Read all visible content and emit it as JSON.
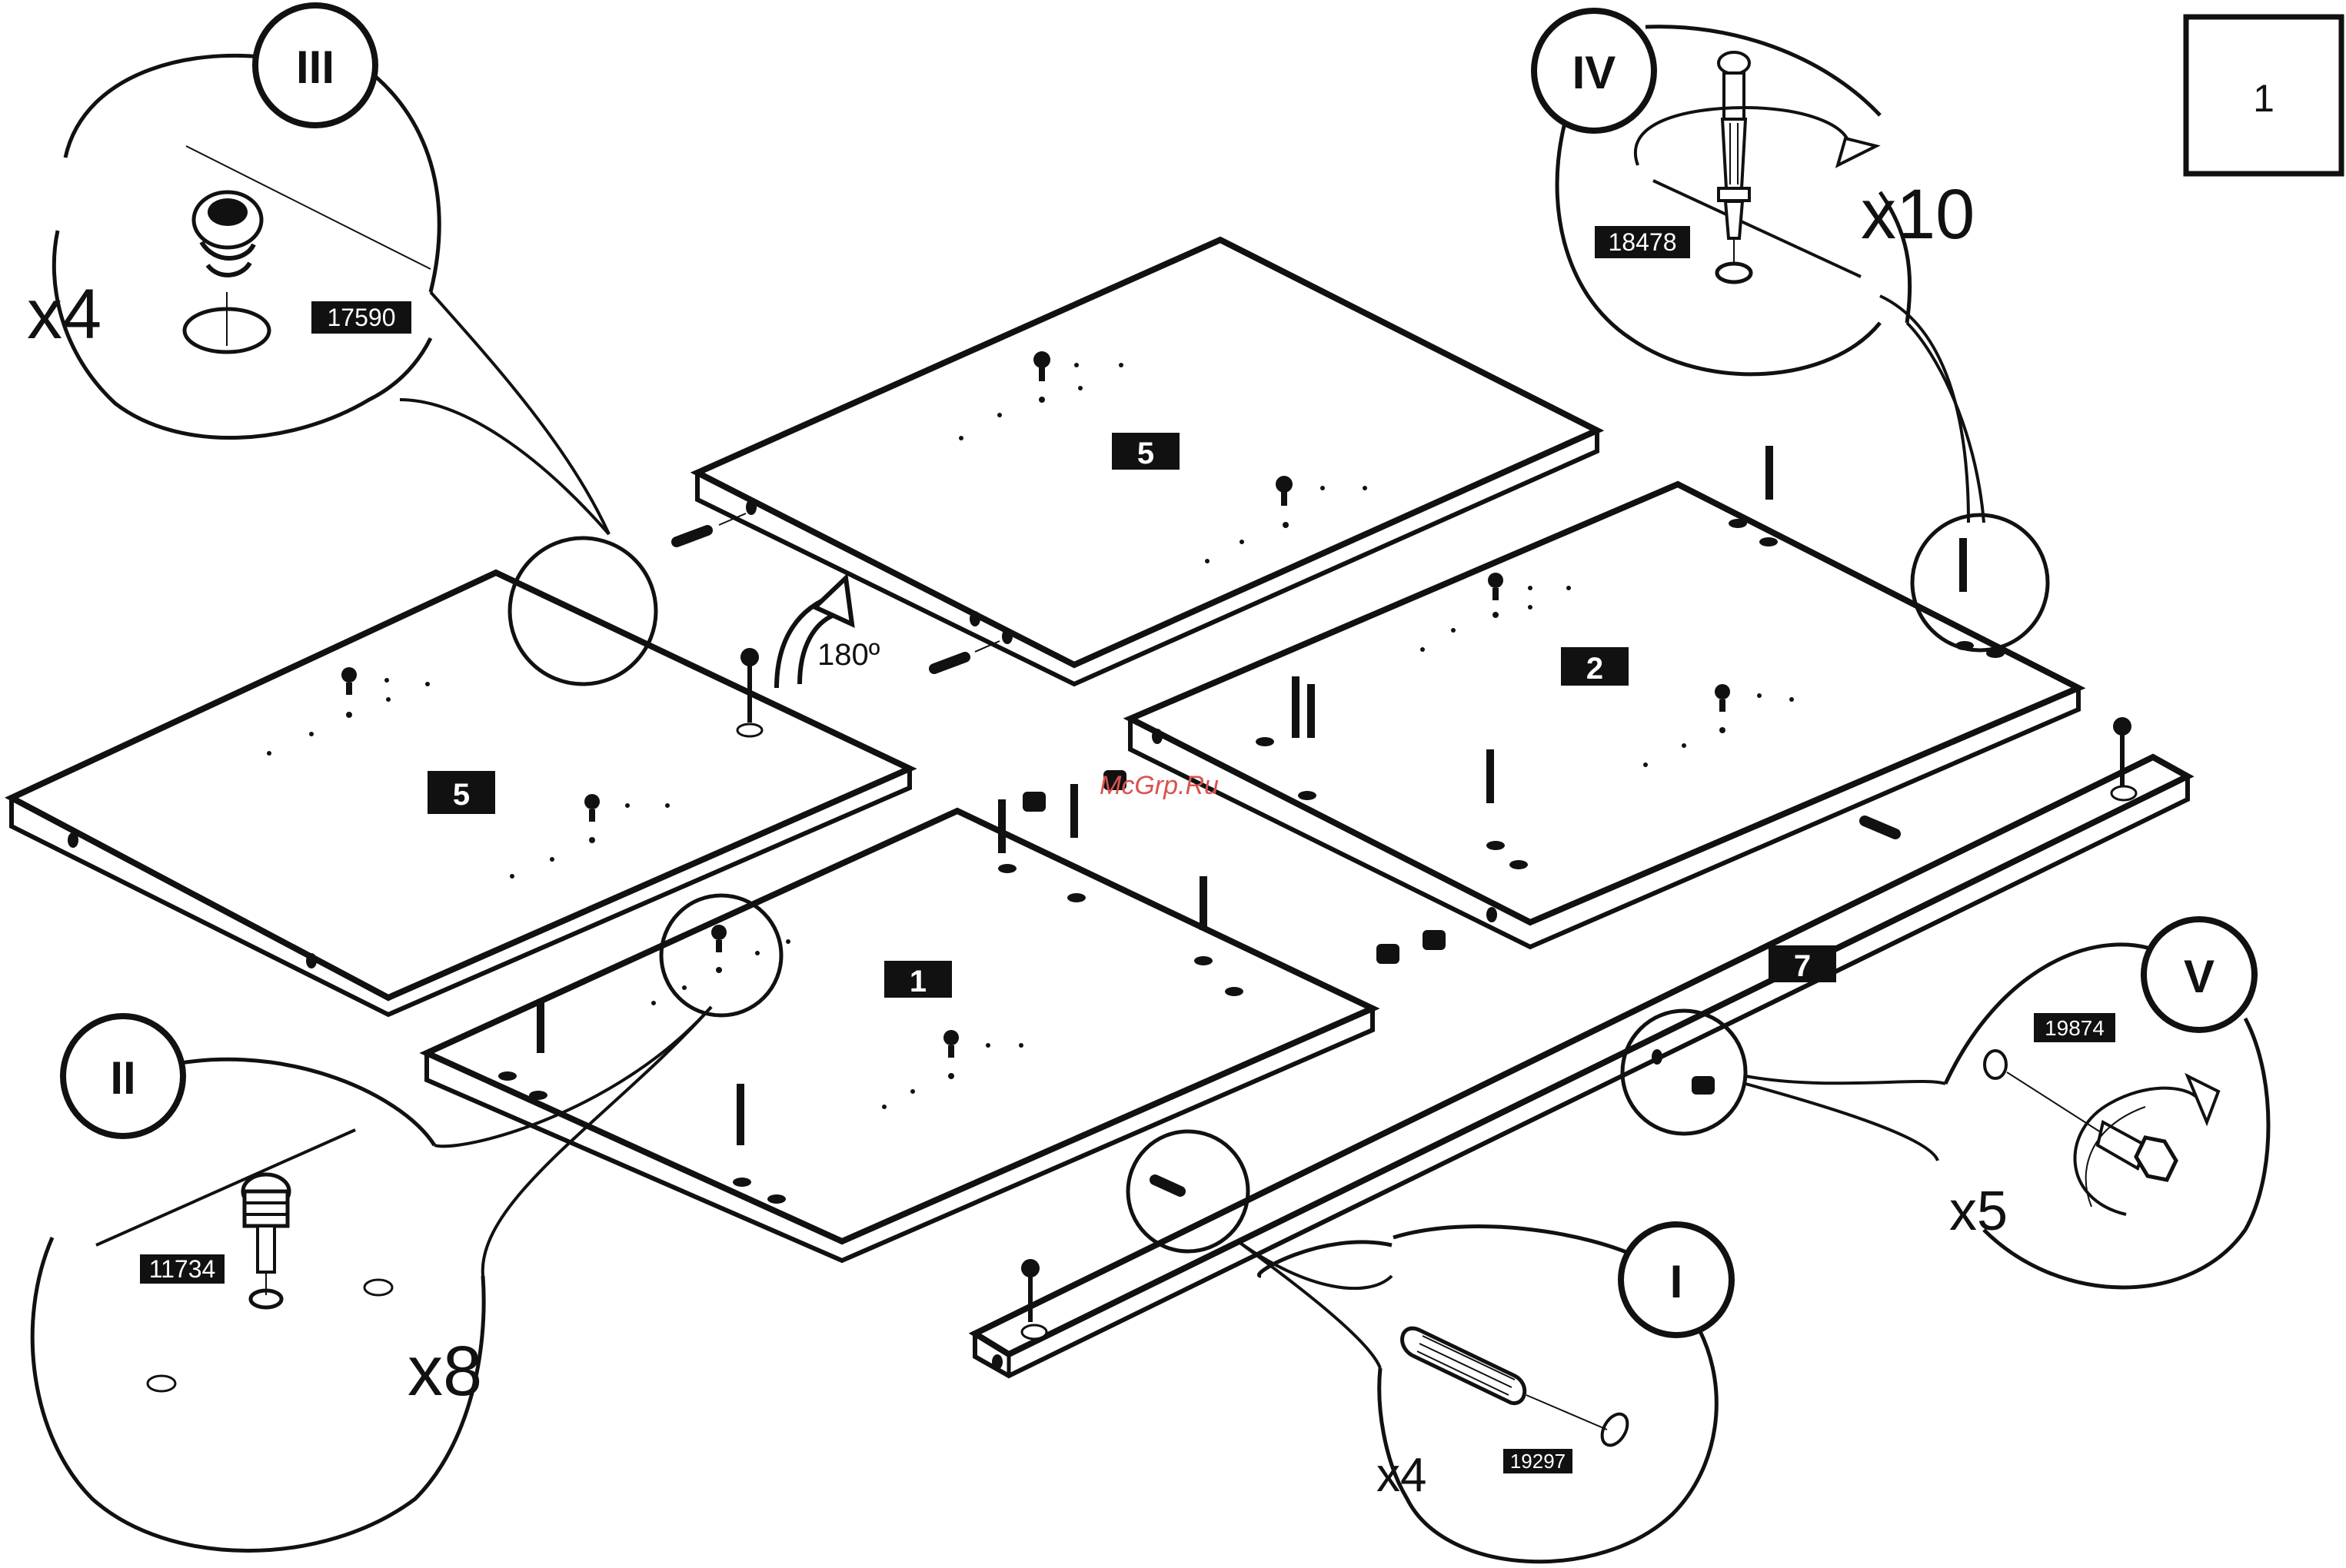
{
  "page_number": "1",
  "watermark": "McGrp.Ru",
  "rotation_label": "180º",
  "panels": [
    {
      "label": "5",
      "position": "top-center"
    },
    {
      "label": "5",
      "position": "left"
    },
    {
      "label": "2",
      "position": "right"
    },
    {
      "label": "1",
      "position": "center"
    },
    {
      "label": "7",
      "position": "bottom-right bar"
    }
  ],
  "callouts": [
    {
      "numeral": "I",
      "code": "19297",
      "qty": "x4",
      "part": "wooden-dowel"
    },
    {
      "numeral": "II",
      "code": "11734",
      "qty": "x8",
      "part": "cam-pin"
    },
    {
      "numeral": "III",
      "code": "17590",
      "qty": "x4",
      "part": "cam-lock"
    },
    {
      "numeral": "IV",
      "code": "18478",
      "qty": "x10",
      "part": "confirmat-screw"
    },
    {
      "numeral": "V",
      "code": "19874",
      "qty": "x5",
      "part": "hex-bolt"
    }
  ]
}
